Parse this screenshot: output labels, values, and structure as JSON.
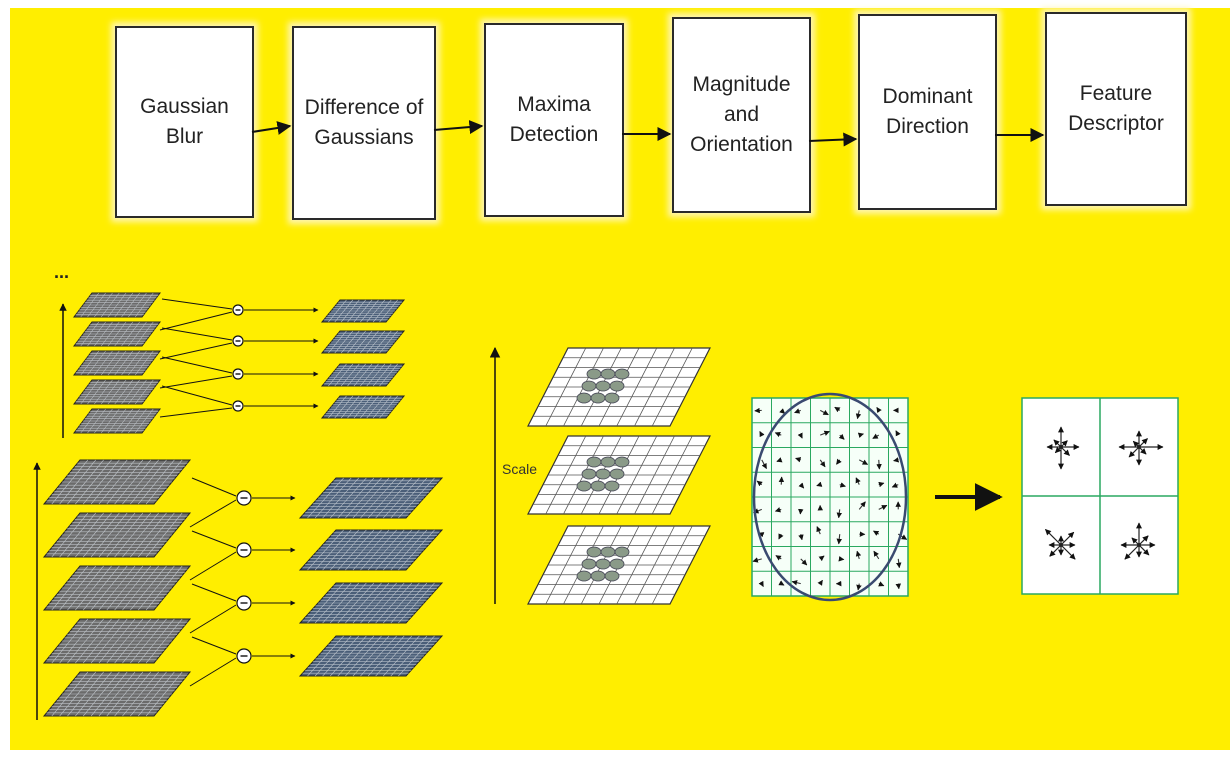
{
  "pipeline": {
    "stages": [
      {
        "label": "Gaussian\nBlur"
      },
      {
        "label": "Difference of\nGaussians"
      },
      {
        "label": "Maxima\nDetection"
      },
      {
        "label": "Magnitude\nand\nOrientation"
      },
      {
        "label": "Dominant\nDirection"
      },
      {
        "label": "Feature\nDescriptor"
      }
    ]
  },
  "pyramid": {
    "ellipsis": "..."
  },
  "scale_space": {
    "axis_label": "Scale"
  },
  "colors": {
    "background": "#ffee00",
    "grid_green": "#2aa860",
    "plane_gray": "#6b6b6b",
    "plane_blue": "#4a5e78"
  }
}
